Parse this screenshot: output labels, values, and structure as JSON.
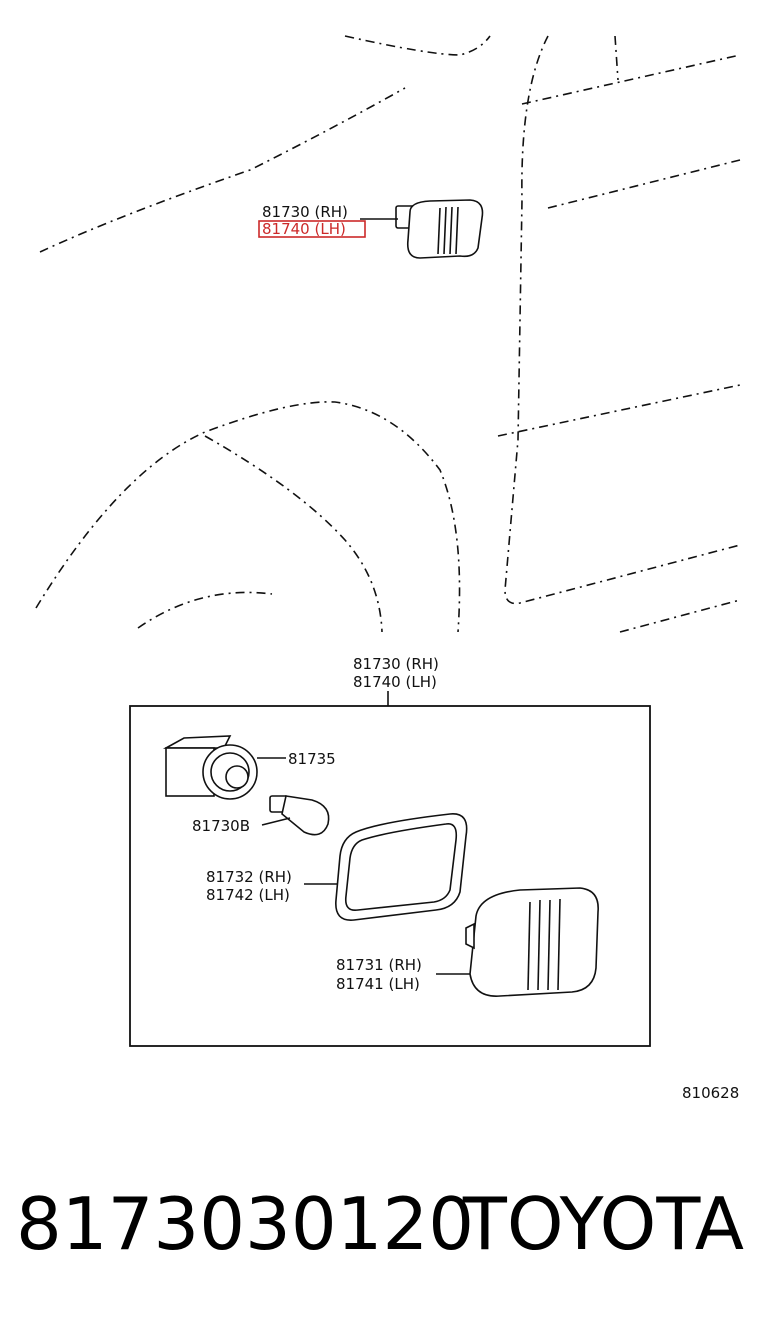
{
  "top_callout": {
    "rh_label": "81730 (RH)",
    "lh_label": "81740 (LH)"
  },
  "box_callout": {
    "rh_label": "81730 (RH)",
    "lh_label": "81740 (LH)"
  },
  "components": {
    "socket": "81735",
    "bulb": "81730B",
    "gasket_rh": "81732 (RH)",
    "gasket_lh": "81742 (LH)",
    "lens_rh": "81731 (RH)",
    "lens_lh": "81741 (LH)"
  },
  "diagram_code": "810628",
  "footer": {
    "part_number": "8173030120",
    "brand": "TOYOTA"
  },
  "colors": {
    "line": "#111111",
    "highlight": "#cc2a2a",
    "background": "#ffffff"
  }
}
